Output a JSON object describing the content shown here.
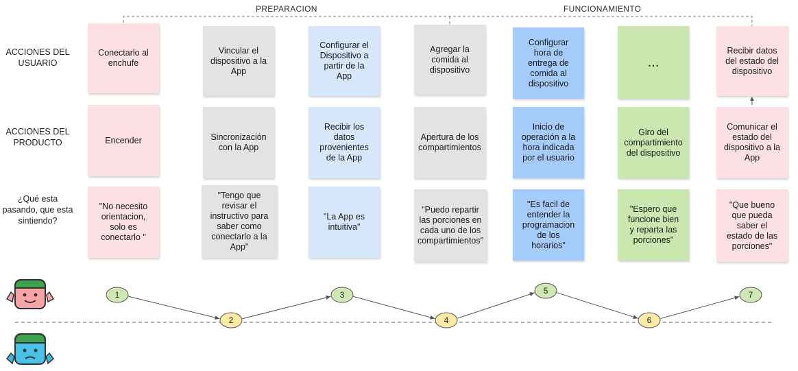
{
  "phases": {
    "preparation": "PREPARACION",
    "operation": "FUNCIONAMIENTO"
  },
  "rows": {
    "user_actions": "ACCIONES DEL USUARIO",
    "product_actions": "ACCIONES DEL PRODUCTO",
    "feelings": "¿Qué esta pasando, que esta sintiendo?"
  },
  "user_actions": [
    "Conectarlo al enchufe",
    "Vincular el dispositivo a la App",
    "Configurar el Dispositivo a partir de la App",
    "Agregar la comida al dispositivo",
    "Configurar hora de entrega de comida al dispositivo",
    "...",
    "Recibir datos del estado del dispositivo"
  ],
  "product_actions": [
    "Encender",
    "Sincronización con la App",
    "Recibir los datos provenientes de la App",
    "Apertura de los compartimientos",
    "Inicio de operación a la hora indicada por el usuario",
    "Giro del compartimiento del dispositivo",
    "Comunicar el estado del dispositivo a la App"
  ],
  "feelings": [
    "\"No necesito orientacion, solo es conectarlo \"",
    "\"Tengo que revisar el instructivo para saber como conectarlo a la App\"",
    "\"La App es intuitiva\"",
    "\"Puedo repartir las porciones en cada uno de los compartimientos\"",
    "\"Es facil de entender la programacion de los horarios\"",
    "\"Espero que funcione bien y reparta las porciones\"",
    "\"Que bueno que pueda saber el estado de las porciones\""
  ],
  "journey": [
    {
      "label": "1",
      "mood": "happy"
    },
    {
      "label": "2",
      "mood": "neutral"
    },
    {
      "label": "3",
      "mood": "happy"
    },
    {
      "label": "4",
      "mood": "neutral"
    },
    {
      "label": "5",
      "mood": "happy"
    },
    {
      "label": "6",
      "mood": "neutral"
    },
    {
      "label": "7",
      "mood": "happy"
    }
  ],
  "colors": {
    "pink": "#fde0e3",
    "gray": "#e3e3e3",
    "light_blue": "#d6e7fc",
    "blue": "#a5cbfb",
    "green": "#c9e7ae",
    "happy_point": "#cfe8b4",
    "neutral_point": "#fce9a6"
  },
  "icons": {
    "happy_face": "smiling-face-icon",
    "sad_face": "sad-face-icon"
  }
}
